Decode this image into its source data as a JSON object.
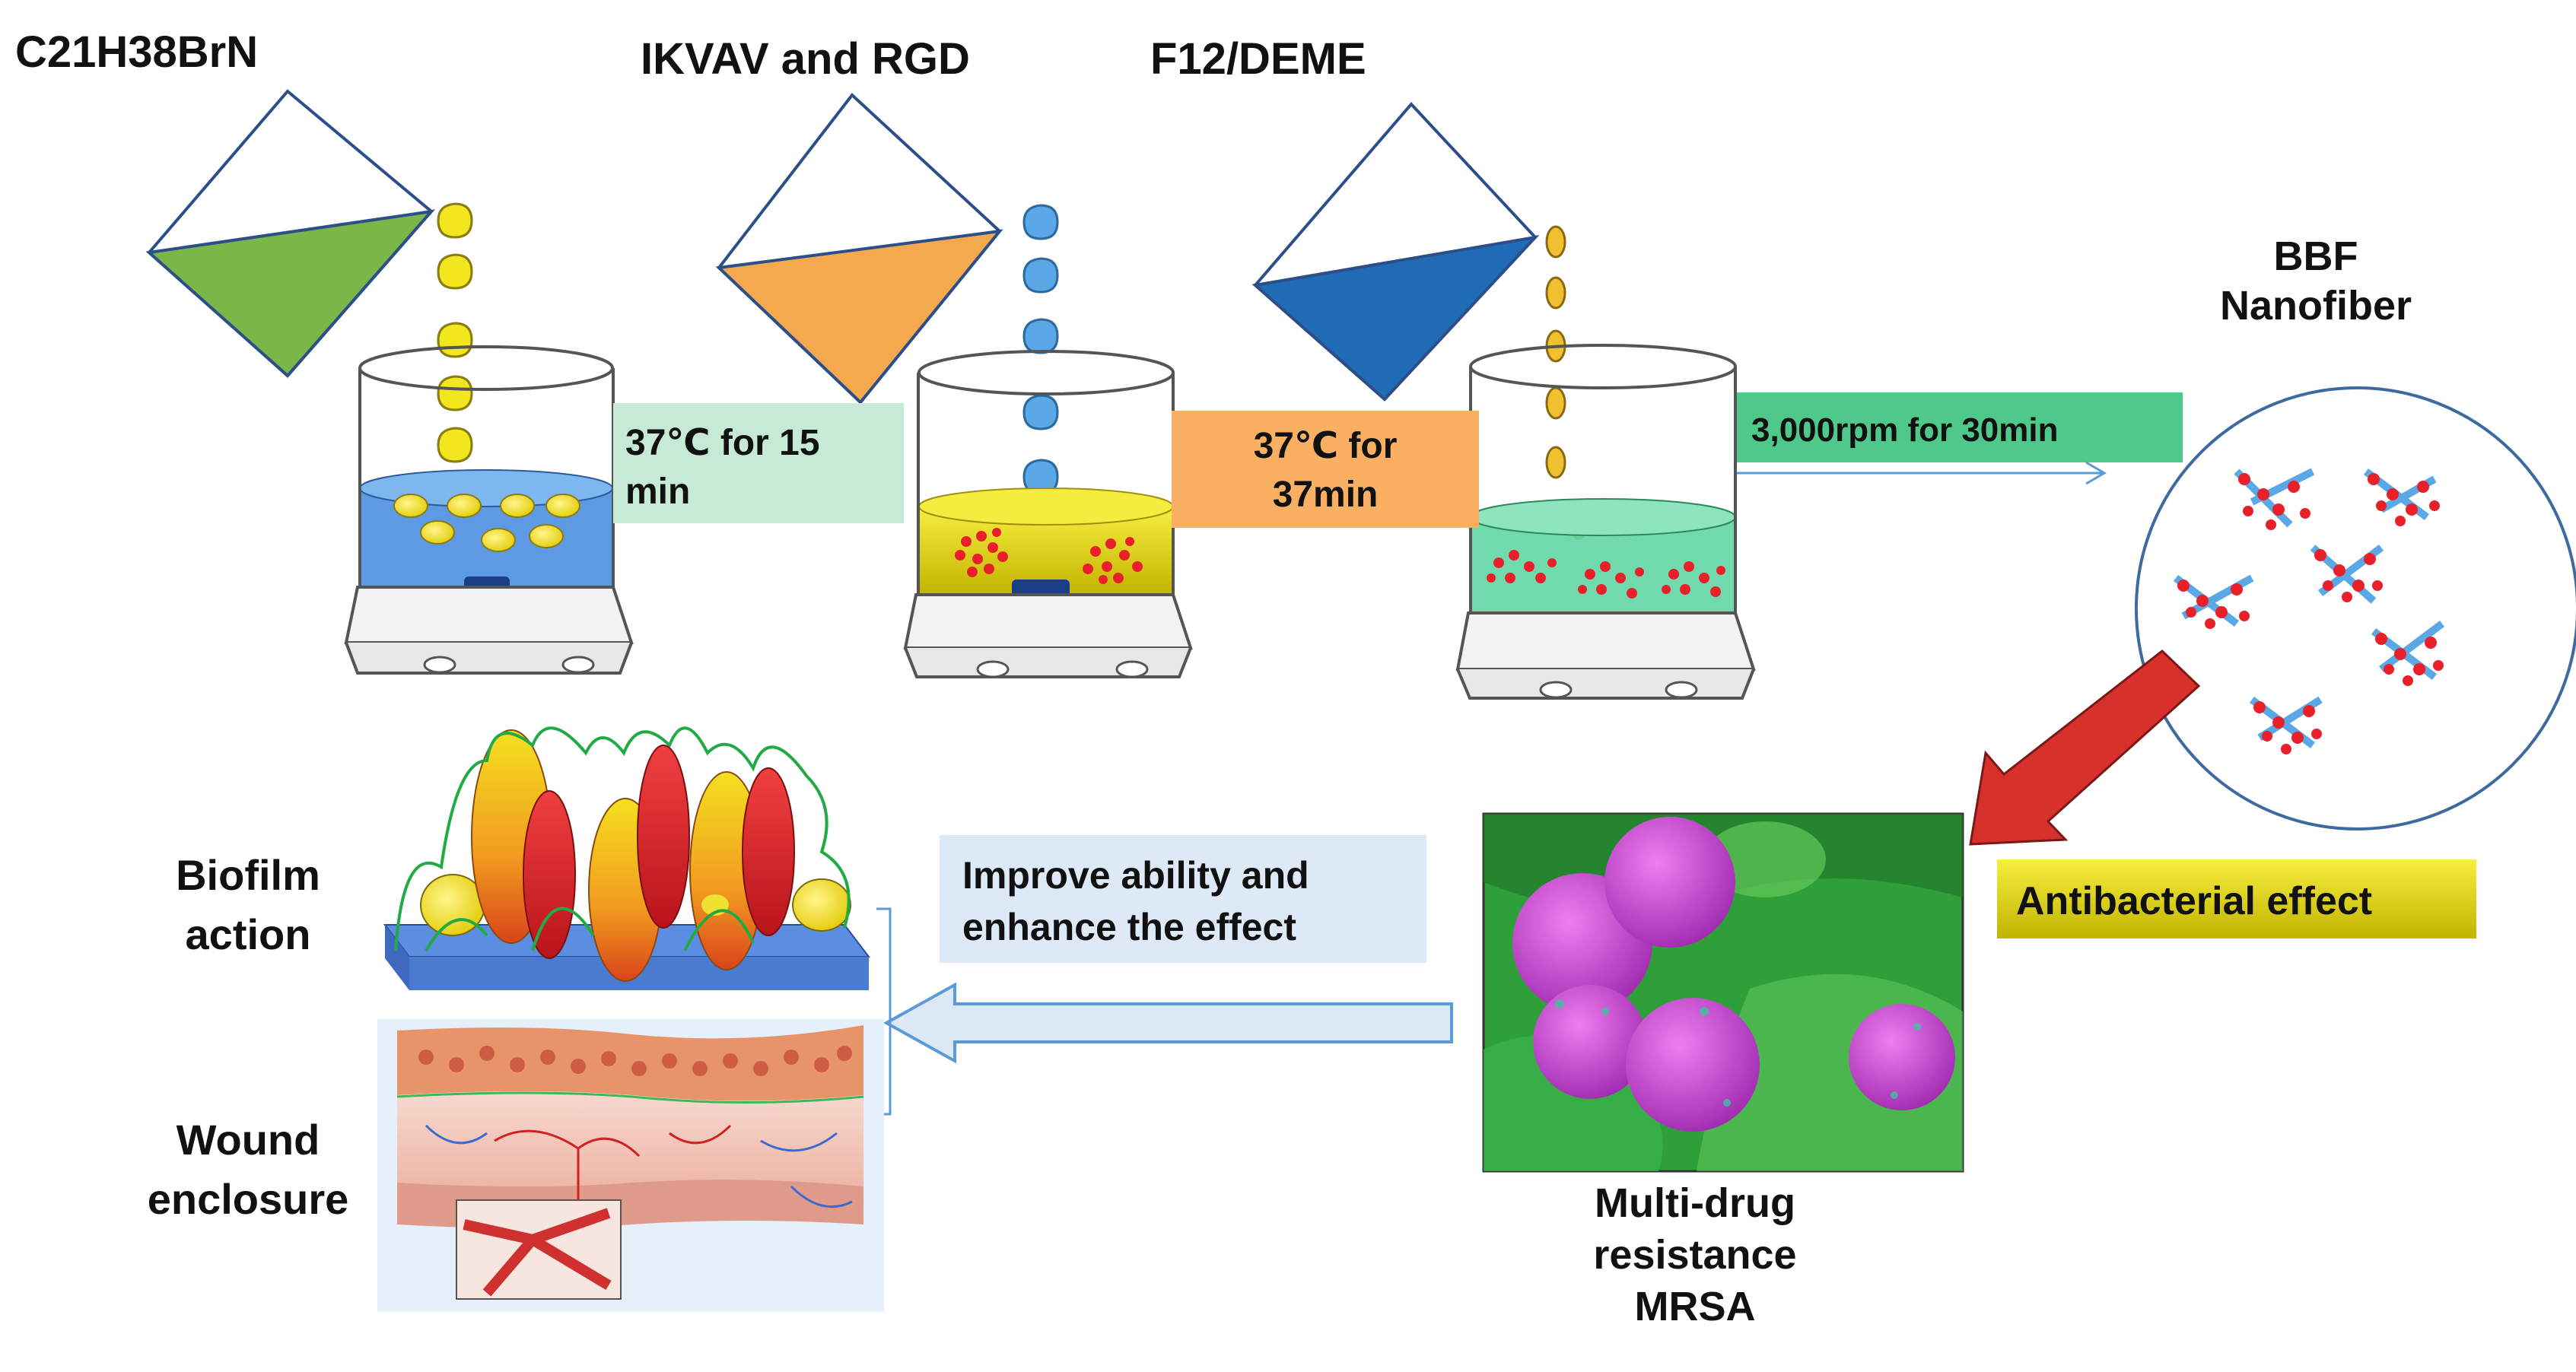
{
  "reagents": [
    {
      "label": "C21H38BrN",
      "fill_color": "#7ab648"
    },
    {
      "label": "IKVAV and RGD",
      "fill_color": "#f5a94e"
    },
    {
      "label": "F12/DEME",
      "fill_color": "#1f6bb5"
    }
  ],
  "steps": [
    {
      "text_lines": [
        "37℃ for 15",
        "min"
      ],
      "fill_color": "#c6ead6"
    },
    {
      "text_lines": [
        "37℃ for",
        "37min"
      ],
      "fill_color": "#f9b062"
    },
    {
      "text_lines": [
        "3,000rpm for 30min"
      ],
      "fill_color": "#4fc98a"
    }
  ],
  "product": {
    "title_lines": [
      "BBF",
      "Nanofiber"
    ]
  },
  "effect": {
    "label": "Antibacterial effect",
    "fill_color": "#f2ea20"
  },
  "pathogen": {
    "label_lines": [
      "Multi-drug",
      "resistance",
      "MRSA"
    ]
  },
  "improve": {
    "text_lines": [
      "Improve ability and",
      "enhance the effect"
    ],
    "fill_color": "#dde9f7"
  },
  "outcomes": [
    {
      "label_lines": [
        "Biofilm",
        "action"
      ]
    },
    {
      "label_lines": [
        "Wound",
        "enclosure"
      ]
    }
  ],
  "colors": {
    "droplet_yellow": "#f2e61e",
    "droplet_blue": "#5aa8e6",
    "nanofiber_red": "#e8202a",
    "arrow_blue": "#5b9bd5"
  }
}
